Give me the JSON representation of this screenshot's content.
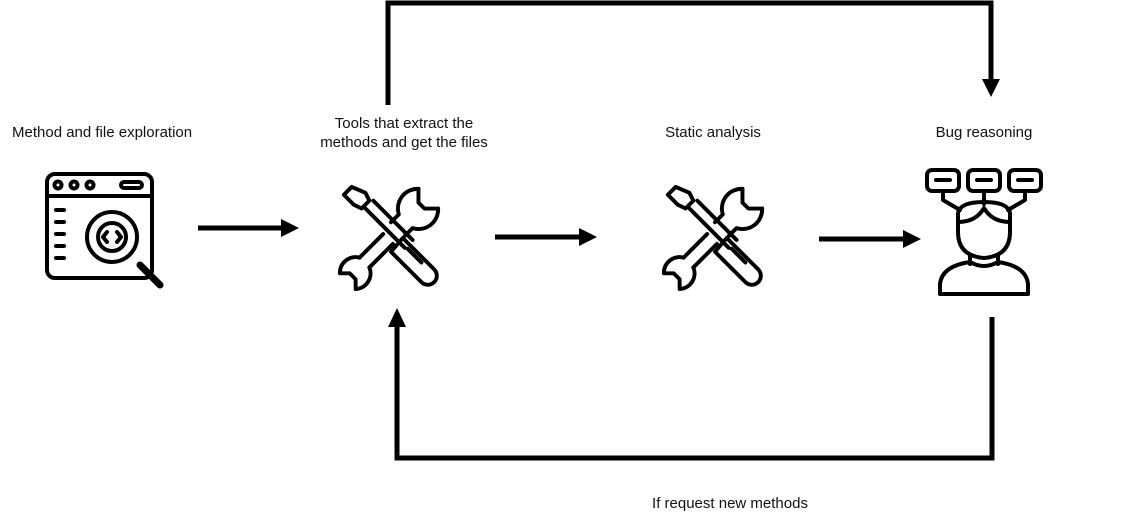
{
  "steps": [
    {
      "label": "Method and file exploration",
      "icon": "code-search-window-icon"
    },
    {
      "label_line1": "Tools that extract the",
      "label_line2": "methods and get the files",
      "icon": "wrench-screwdriver-icon"
    },
    {
      "label": "Static analysis",
      "icon": "wrench-screwdriver-icon"
    },
    {
      "label": "Bug reasoning",
      "icon": "person-thinking-icon"
    }
  ],
  "loop_label": "If request new methods",
  "colors": {
    "stroke": "#000000",
    "background": "#ffffff"
  }
}
